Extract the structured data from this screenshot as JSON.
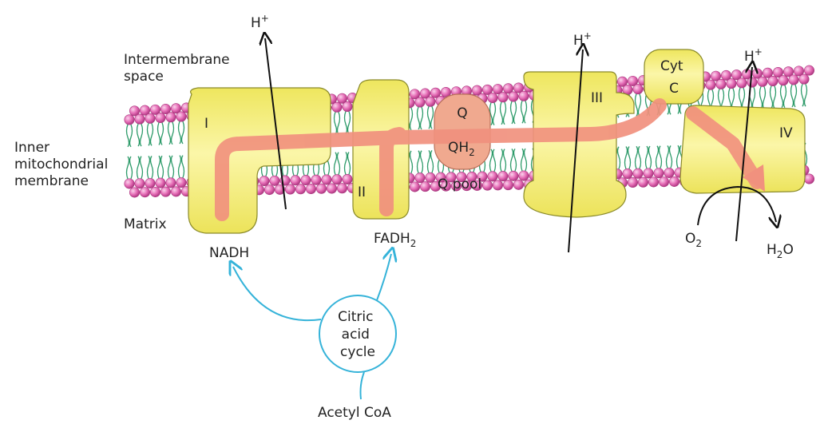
{
  "labels": {
    "intermembrane_space": [
      "Intermembrane",
      "space"
    ],
    "inner_membrane": [
      "Inner",
      "mitochondrial",
      "membrane"
    ],
    "matrix": "Matrix",
    "q_pool": "Q pool"
  },
  "complexes": {
    "I": "I",
    "II": "II",
    "III": "III",
    "IV": "IV",
    "cyt_c": [
      "Cyt",
      "C"
    ],
    "q": "Q",
    "qh2": [
      "QH",
      "2"
    ]
  },
  "metabolites": {
    "nadh": "NADH",
    "fadh2": [
      "FADH",
      "2"
    ],
    "o2": [
      "O",
      "2"
    ],
    "h2o": [
      "H",
      "2",
      "O"
    ],
    "acetyl_coa": "Acetyl CoA",
    "citric_acid_cycle": [
      "Citric",
      "acid",
      "cycle"
    ]
  },
  "protons": {
    "h": "H",
    "plus": "+"
  },
  "colors": {
    "complex_fill": "#f4ee7d",
    "complex_stroke": "#8a8a2a",
    "electron_path": "#f1917e",
    "q_fill": "#f0a98f",
    "lipid_head": "#e56bb5",
    "lipid_tail": "#2e9b6a",
    "cycle_arrow": "#35b3d9"
  }
}
